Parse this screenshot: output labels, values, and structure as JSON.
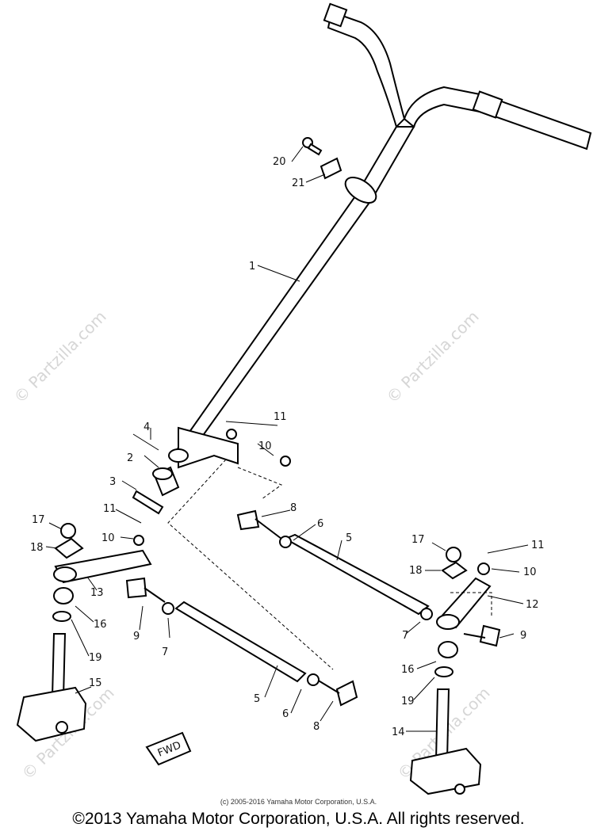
{
  "callouts": [
    {
      "label": "1"
    },
    {
      "label": "2"
    },
    {
      "label": "3"
    },
    {
      "label": "4"
    },
    {
      "label": "5"
    },
    {
      "label": "5"
    },
    {
      "label": "6"
    },
    {
      "label": "6"
    },
    {
      "label": "7"
    },
    {
      "label": "7"
    },
    {
      "label": "8"
    },
    {
      "label": "8"
    },
    {
      "label": "9"
    },
    {
      "label": "9"
    },
    {
      "label": "10"
    },
    {
      "label": "10"
    },
    {
      "label": "10"
    },
    {
      "label": "11"
    },
    {
      "label": "11"
    },
    {
      "label": "11"
    },
    {
      "label": "12"
    },
    {
      "label": "13"
    },
    {
      "label": "14"
    },
    {
      "label": "15"
    },
    {
      "label": "16"
    },
    {
      "label": "16"
    },
    {
      "label": "17"
    },
    {
      "label": "17"
    },
    {
      "label": "18"
    },
    {
      "label": "18"
    },
    {
      "label": "19"
    },
    {
      "label": "19"
    },
    {
      "label": "20"
    },
    {
      "label": "21"
    }
  ],
  "fwd_label": "FWD",
  "watermark": "© Partzilla.com",
  "small_copyright": "(c) 2005-2016 Yamaha Motor Corporation, U.S.A.",
  "copyright": "©2013 Yamaha Motor Corporation, U.S.A. All rights reserved."
}
